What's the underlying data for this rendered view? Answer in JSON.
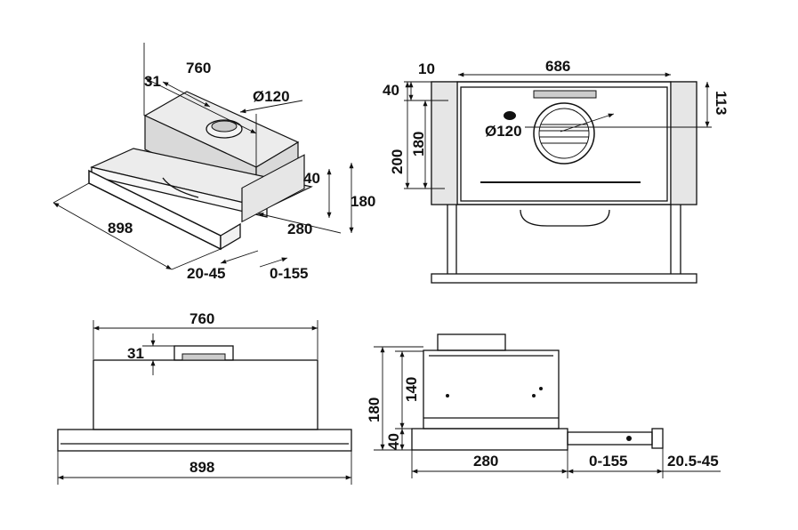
{
  "views": {
    "perspective": {
      "width_760": "760",
      "depth_31": "31",
      "duct_dia": "Ø120",
      "length_898": "898",
      "h_40": "40",
      "h_180": "180",
      "d_280": "280",
      "range_20_45": "20-45",
      "range_0_155": "0-155"
    },
    "top": {
      "d_10": "10",
      "w_686": "686",
      "d_40": "40",
      "d_180": "180",
      "d_200": "200",
      "d_113": "113",
      "duct_dia": "Ø120"
    },
    "front": {
      "w_760": "760",
      "h_31": "31",
      "w_898": "898"
    },
    "side": {
      "h_180": "180",
      "h_140": "140",
      "h_40": "40",
      "d_280": "280",
      "range_0_155": "0-155",
      "range_20_5_45": "20.5-45"
    }
  }
}
